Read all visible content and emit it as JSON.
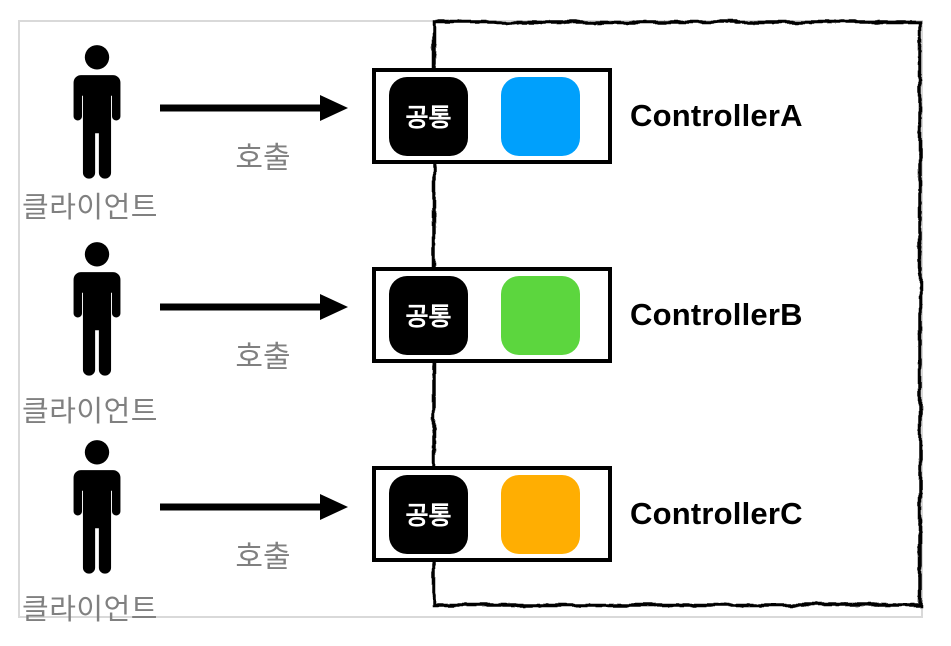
{
  "diagram": {
    "title_hint": "clients calling controllers with a common component",
    "clients": [
      {
        "label": "클라이언트"
      },
      {
        "label": "클라이언트"
      },
      {
        "label": "클라이언트"
      }
    ],
    "calls": [
      {
        "label": "호출"
      },
      {
        "label": "호출"
      },
      {
        "label": "호출"
      }
    ],
    "controllers": [
      {
        "name": "ControllerA",
        "badge": "공통",
        "color": "#00A0FC"
      },
      {
        "name": "ControllerB",
        "badge": "공통",
        "color": "#5CD63E"
      },
      {
        "name": "ControllerC",
        "badge": "공통",
        "color": "#FFAE02"
      }
    ],
    "colors": {
      "badge_bg": "#000000",
      "label_gray": "#808080",
      "frame_border": "#D9D9D9",
      "boundary_stroke": "#000000"
    },
    "icons": {
      "person": "person-icon",
      "arrow": "arrow-right-icon"
    }
  }
}
